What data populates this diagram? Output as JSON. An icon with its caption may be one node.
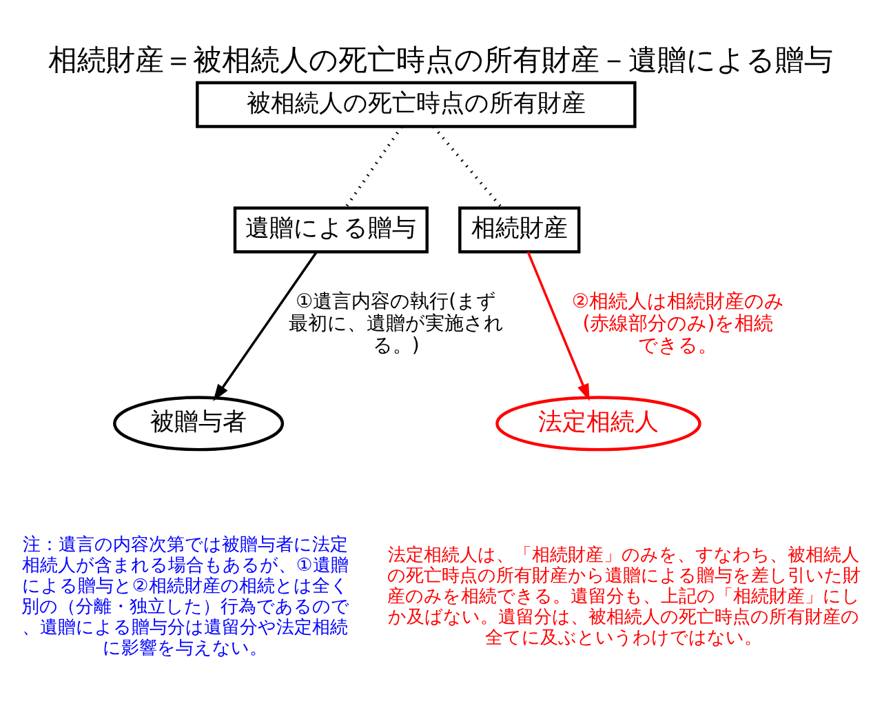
{
  "diagram": {
    "title": "相続財産＝被相続人の死亡時点の所有財産－遺贈による贈与",
    "nodes": [
      {
        "text": [
          "被相続人の死亡時点の所有財産"
        ]
      },
      {
        "text": [
          "遺贈による贈与"
        ]
      },
      {
        "text": [
          "相続財産"
        ]
      },
      {
        "text": [
          "被贈与者"
        ]
      },
      {
        "text": [
          "法定相続人"
        ]
      }
    ],
    "edges": [
      {
        "from": 0,
        "to": 1,
        "arrow": "none",
        "style": "dashed"
      },
      {
        "from": 0,
        "to": 2,
        "arrow": "none",
        "style": "dashed"
      },
      {
        "from": 1,
        "to": 3,
        "arrow": "to",
        "label": "①遺言内容の執行(まず最初に、遺贈が実施される。)"
      },
      {
        "from": 2,
        "to": 4,
        "arrow": "to",
        "label": "②相続人は相続財産のみ(赤線部分のみ)を相続できる。",
        "color": "#ff0000"
      }
    ],
    "labels": [
      "注：遺言の内容次第では被贈与者に法定相続人が含まれる場合もあるが、①遺贈による贈与と②相続財産の相続とは全く別の（分離・独立した）行為であるので、遺贈による贈与分は遺留分や法定相続に影響を与えない。",
      "法定相続人は、「相続財産」のみを、すなわち、被相続人の死亡時点の所有財産から遺贈による贈与を差し引いた財産のみを相続できる。遺留分も、上記の「相続財産」にしか及ばない。遺留分は、被相続人の死亡時点の所有財産の全てに及ぶというわけではない。"
    ]
  }
}
